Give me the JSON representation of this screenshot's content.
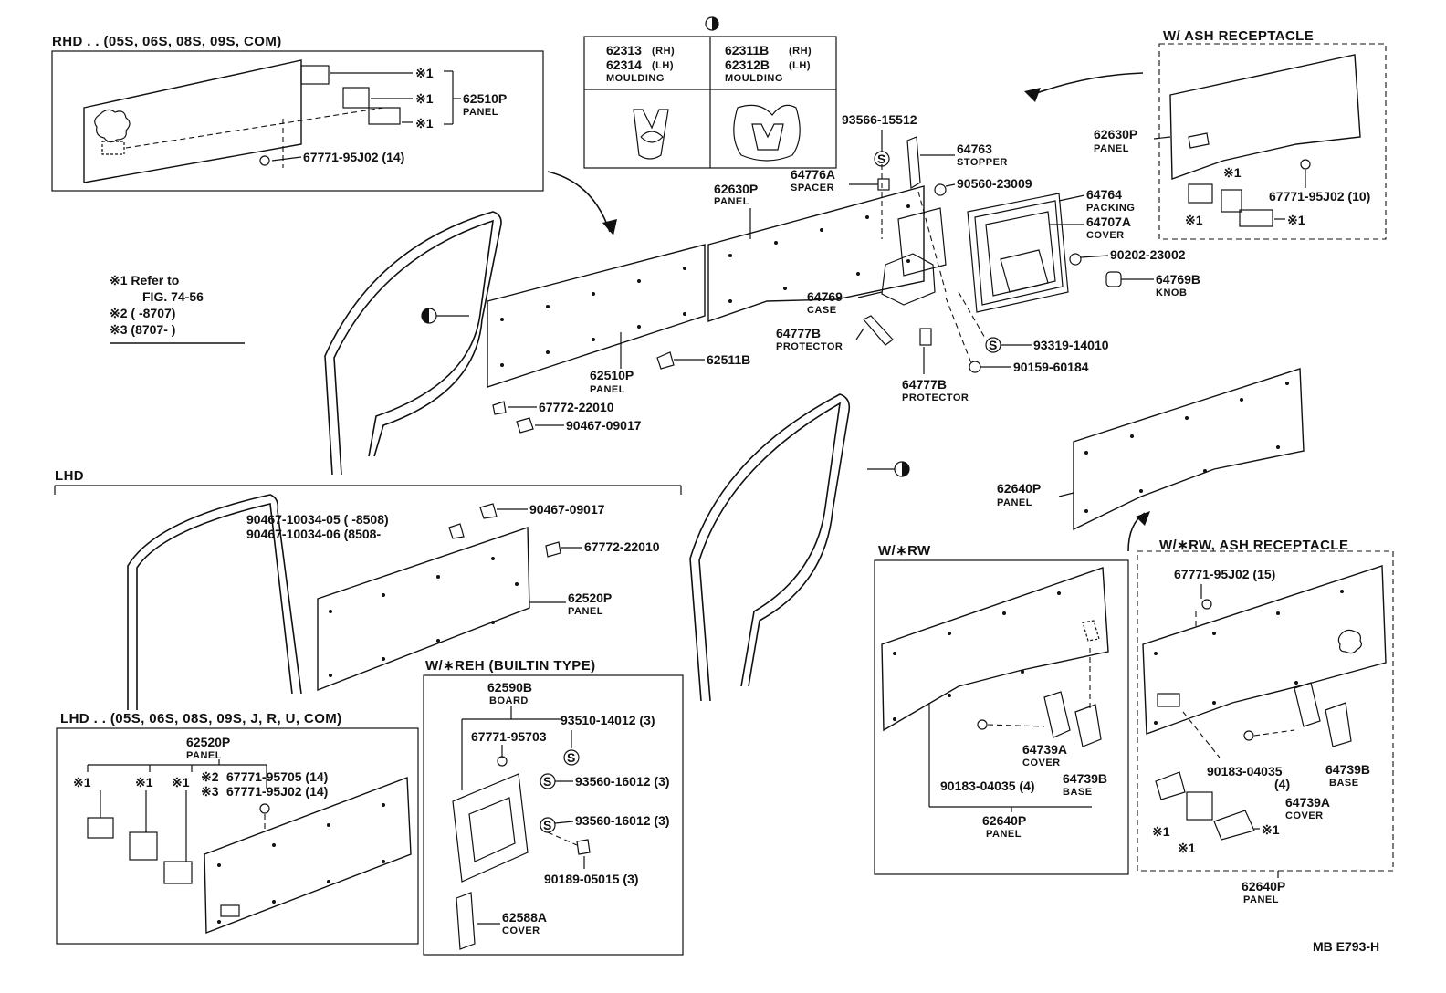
{
  "boxes": {
    "rhd_title": "RHD . . (05S, 06S, 08S, 09S, COM)",
    "ash_title": "W/ ASH  RECEPTACLE",
    "lhd_title": "LHD",
    "lhd_sub_title": "LHD . . (05S, 06S, 08S, 09S, J, R, U, COM)",
    "reh_title": "W/∗REH  (BUILTIN TYPE)",
    "rw_title": "W/∗RW",
    "rw_ash_title": "W/∗RW, ASH  RECEPTACLE"
  },
  "moulding_table": {
    "rh_left": "62313",
    "lh_left": "62314",
    "rh_right": "62311B",
    "lh_right": "62312B",
    "rh": "(RH)",
    "lh": "(LH)",
    "name": "MOULDING"
  },
  "notes": {
    "n1a": "※1  Refer to",
    "n1b": "FIG. 74-56",
    "n2": "※2 (        -8707)",
    "n3": "※3 (8707-          )"
  },
  "symbols": {
    "s": "S",
    "mark1": "※1"
  },
  "labels": {
    "p62510P": "62510P",
    "panel": "PANEL",
    "p67771_95J02_14": "67771-95J02 (14)",
    "p93566_15512": "93566-15512",
    "p64763": "64763",
    "stopper": "STOPPER",
    "p64776A": "64776A",
    "spacer": "SPACER",
    "p90560_23009": "90560-23009",
    "p64764": "64764",
    "packing": "PACKING",
    "p64707A": "64707A",
    "cover": "COVER",
    "p90202_23002": "90202-23002",
    "p64769B": "64769B",
    "knob": "KNOB",
    "p64769": "64769",
    "case": "CASE",
    "p64777B": "64777B",
    "protector": "PROTECTOR",
    "p93319_14010": "93319-14010",
    "p90159_60184": "90159-60184",
    "p62630P": "62630P",
    "p62511B": "62511B",
    "p67772_22010": "67772-22010",
    "p90467_09017": "90467-09017",
    "p67771_95J02_10": "67771-95J02 (10)",
    "p62640P": "62640P",
    "p90467_10034_05": "90467-10034-05 (        -8508)",
    "p90467_10034_06": "90467-10034-06 (8508-",
    "p62520P": "62520P",
    "p67771_95705_14": "67771-95705 (14)",
    "m2": "※2",
    "m3": "※3",
    "p62590B": "62590B",
    "board": "BOARD",
    "p93510_14012": "93510-14012 (3)",
    "p67771_95703": "67771-95703",
    "p93560_16012": "93560-16012 (3)",
    "p90189_05015": "90189-05015 (3)",
    "p62588A": "62588A",
    "p64739A": "64739A",
    "p64739B": "64739B",
    "base": "BASE",
    "p90183_04035_4": "90183-04035 (4)",
    "p90183_04035": "90183-04035",
    "four": "(4)",
    "p67771_95J02_15": "67771-95J02 (15)",
    "footer": "MB  E793-H"
  }
}
